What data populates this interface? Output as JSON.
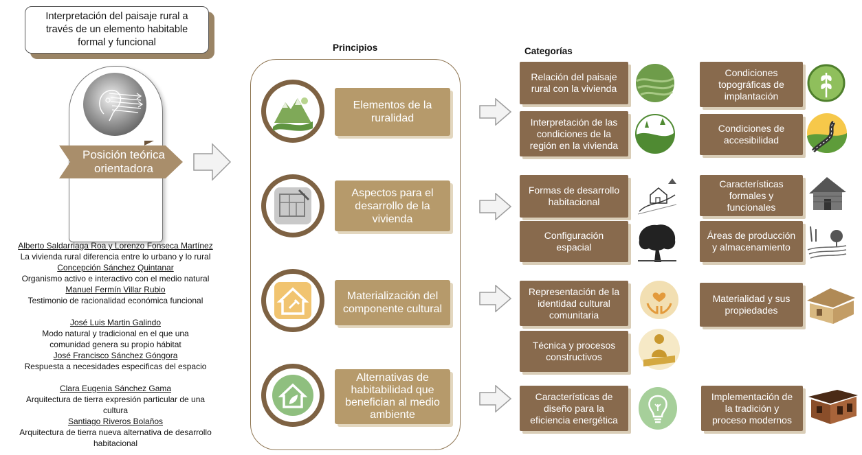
{
  "title": {
    "lines": [
      "Interpretación del paisaje rural a",
      "través de un elemento habitable",
      "formal y  funcional"
    ]
  },
  "position": {
    "lines": [
      "Posición teórica",
      "orientadora"
    ]
  },
  "authors": [
    {
      "name": "Alberto Saldarriaga Roa y Lorenzo Fonseca Martínez",
      "desc": [
        "La vivienda rural diferencia entre lo urbano y lo rural"
      ]
    },
    {
      "name": "Concepción Sánchez Quintanar",
      "desc": [
        "Organismo activo e interactivo con el medio natural"
      ]
    },
    {
      "name": "Manuel Fermín Villar Rubio",
      "desc": [
        "Testimonio de racionalidad económica funcional"
      ]
    },
    {
      "name": "José Luis Martin Galindo",
      "desc": [
        "Modo natural y tradicional en el que una",
        "comunidad genera su propio hábitat"
      ]
    },
    {
      "name": "José Francisco Sánchez Góngora",
      "desc": [
        "Respuesta a necesidades especificas del espacio"
      ]
    },
    {
      "name": "Clara Eugenia Sánchez Gama",
      "desc": [
        "Arquitectura de tierra expresión particular de una",
        "cultura"
      ]
    },
    {
      "name": "Santiago Riveros Bolaños",
      "desc": [
        "Arquitectura de tierra nueva alternativa de desarrollo",
        "habitacional"
      ]
    }
  ],
  "principios_heading": "Principios",
  "categorias_heading": "Categorías",
  "principles": [
    {
      "lines": [
        "Elementos de la",
        "ruralidad"
      ]
    },
    {
      "lines": [
        "Aspectos para el",
        "desarrollo de la",
        "vivienda"
      ]
    },
    {
      "lines": [
        "Materialización del",
        "componente cultural"
      ]
    },
    {
      "lines": [
        "Alternativas de",
        "habitabilidad que",
        "benefician al medio",
        "ambiente"
      ]
    }
  ],
  "categories": [
    {
      "lines": [
        "Relación del paisaje",
        "rural con la vivienda"
      ]
    },
    {
      "lines": [
        "Condiciones",
        "topográficas de",
        "implantación"
      ]
    },
    {
      "lines": [
        "Interpretación de las",
        "condiciones de la",
        "región en la vivienda"
      ]
    },
    {
      "lines": [
        "Condiciones de",
        "accesibilidad"
      ]
    },
    {
      "lines": [
        "Formas de desarrollo",
        "habitacional"
      ]
    },
    {
      "lines": [
        "Características",
        "formales y",
        "funcionales"
      ]
    },
    {
      "lines": [
        "Configuración",
        "espacial"
      ]
    },
    {
      "lines": [
        "Áreas de producción",
        "y almacenamiento"
      ]
    },
    {
      "lines": [
        "Representación de la",
        "identidad cultural",
        "comunitaria"
      ]
    },
    {
      "lines": [
        "Materialidad y sus",
        "propiedades"
      ]
    },
    {
      "lines": [
        "Técnica y procesos",
        "constructivos"
      ]
    },
    {
      "lines": [
        "Características de",
        "diseño para la",
        "eficiencia energética"
      ]
    },
    {
      "lines": [
        "Implementación de",
        "la  tradición y",
        "proceso modernos"
      ]
    }
  ],
  "colors": {
    "principle_box": "#b69a6b",
    "category_box": "#886a4d",
    "ring": "#7e6243",
    "accent_shadow": "#9a8465"
  }
}
